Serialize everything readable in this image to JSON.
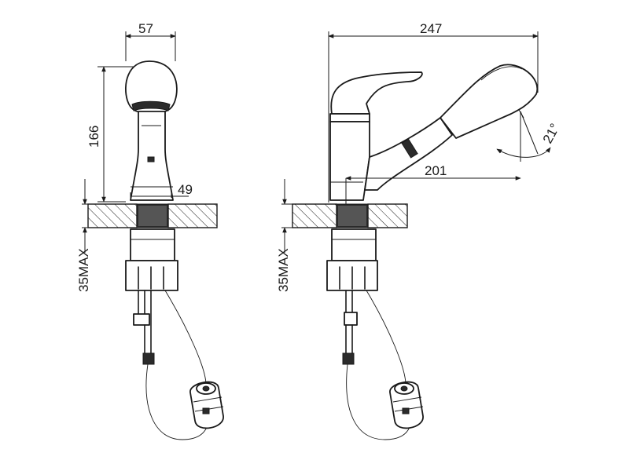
{
  "front_view": {
    "width_top": "57",
    "height": "166",
    "base_width": "49",
    "max_thickness": "35MAX"
  },
  "side_view": {
    "total_length": "247",
    "reach": "201",
    "angle": "21°",
    "max_thickness": "35MAX"
  }
}
